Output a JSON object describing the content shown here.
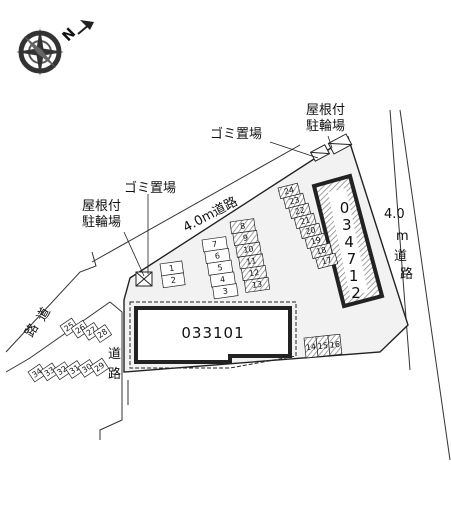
{
  "compass": {
    "icon": "compass-rose-icon",
    "north_letter": "N"
  },
  "labels": {
    "garbage_top": "ゴミ置場",
    "covered_bike_top_line1": "屋根付",
    "covered_bike_top_line2": "駐輪場",
    "garbage_left": "ゴミ置場",
    "covered_bike_left_line1": "屋根付",
    "covered_bike_left_line2": "駐輪場",
    "road_diag": "4.0m道路",
    "road_right_width": "4.0",
    "road_right_unit": "m",
    "road_right_c1": "道",
    "road_right_c2": "路",
    "road_mid_c1": "道",
    "road_mid_c2": "路",
    "road_left_c1": "道",
    "road_left_c2": "路"
  },
  "buildings": {
    "main": "033101",
    "right_chars": [
      "0",
      "3",
      "4",
      "7",
      "1",
      "2"
    ]
  },
  "spaces": {
    "left_pair": [
      "1",
      "2"
    ],
    "plain_col": [
      "7",
      "6",
      "5",
      "4",
      "3"
    ],
    "hatched_col": [
      "8",
      "9",
      "10",
      "11",
      "12",
      "13"
    ],
    "right_col": [
      "24",
      "23",
      "22",
      "21",
      "20",
      "19",
      "18",
      "17"
    ],
    "bottom_group": [
      "14",
      "15",
      "16"
    ],
    "neighbor_upper": [
      "25",
      "26",
      "27",
      "28"
    ],
    "neighbor_lower": [
      "34",
      "33",
      "32",
      "31",
      "30",
      "29"
    ]
  },
  "colors": {
    "line": "#222222",
    "lot": "#f2f2f2",
    "hatch": "#888888"
  }
}
